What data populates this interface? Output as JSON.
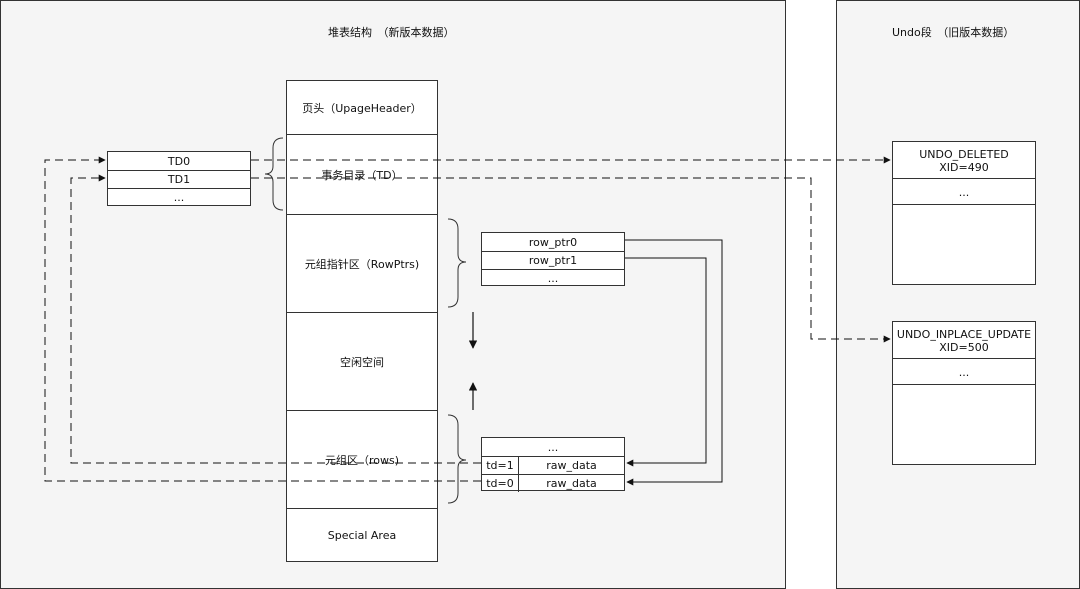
{
  "heap": {
    "title": "堆表结构　（新版本数据）",
    "page": [
      "页头（UpageHeader）",
      "事务目录（TD）",
      "元组指针区（RowPtrs)",
      "空闲空间",
      "元组区（rows)",
      "Special Area"
    ],
    "td_list": [
      "TD0",
      "TD1",
      "..."
    ],
    "row_ptrs": [
      "row_ptr0",
      "row_ptr1",
      "..."
    ],
    "rows": {
      "top": "...",
      "items": [
        {
          "td": "td=1",
          "data": "raw_data"
        },
        {
          "td": "td=0",
          "data": "raw_data"
        }
      ]
    }
  },
  "undo": {
    "title": "Undo段　（旧版本数据）",
    "records": [
      {
        "type": "UNDO_DELETED",
        "xid": "XID=490",
        "more": "..."
      },
      {
        "type": "UNDO_INPLACE_UPDATE",
        "xid": "XID=500",
        "more": "..."
      }
    ]
  }
}
